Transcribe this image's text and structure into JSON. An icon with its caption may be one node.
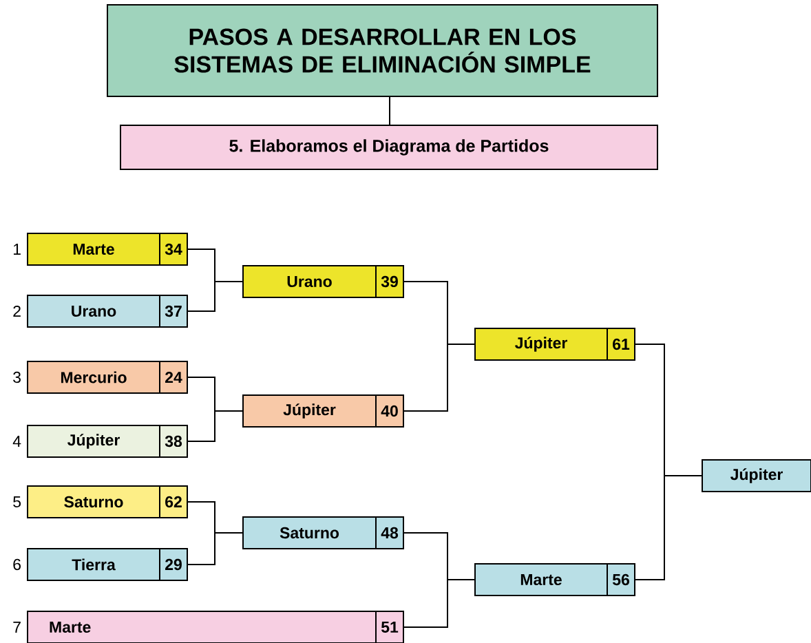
{
  "diagram": {
    "nodes": [
      {
        "text": [
          "PASOS A DESARROLLAR EN LOS SISTEMAS DE ELIMINACIÓN SIMPLE"
        ]
      },
      {
        "text": [
          "5. Elaboramos el Diagrama de Partidos"
        ]
      },
      {
        "text": [
          "Marte",
          "34"
        ],
        "beside": [
          "1"
        ]
      },
      {
        "text": [
          "Urano",
          "37"
        ],
        "beside": [
          "2"
        ]
      },
      {
        "text": [
          "Mercurio",
          "24"
        ],
        "beside": [
          "3"
        ]
      },
      {
        "text": [
          "Júpiter",
          "38"
        ],
        "beside": [
          "4"
        ]
      },
      {
        "text": [
          "Saturno",
          "62"
        ],
        "beside": [
          "5"
        ]
      },
      {
        "text": [
          "Tierra",
          "29"
        ],
        "beside": [
          "6"
        ]
      },
      {
        "text": [
          "Marte",
          "51"
        ],
        "beside": [
          "7"
        ]
      },
      {
        "text": [
          "Urano",
          "39"
        ]
      },
      {
        "text": [
          "Júpiter",
          "40"
        ]
      },
      {
        "text": [
          "Saturno",
          "48"
        ]
      },
      {
        "text": [
          "Júpiter",
          "61"
        ]
      },
      {
        "text": [
          "Marte",
          "56"
        ]
      },
      {
        "text": [
          "Júpiter"
        ]
      }
    ],
    "edges": [
      {
        "from": 0,
        "to": 1,
        "arrow": "none"
      },
      {
        "from": 2,
        "to": 9,
        "arrow": "none"
      },
      {
        "from": 3,
        "to": 9,
        "arrow": "none"
      },
      {
        "from": 4,
        "to": 10,
        "arrow": "none"
      },
      {
        "from": 5,
        "to": 10,
        "arrow": "none"
      },
      {
        "from": 6,
        "to": 11,
        "arrow": "none"
      },
      {
        "from": 7,
        "to": 11,
        "arrow": "none"
      },
      {
        "from": 9,
        "to": 12,
        "arrow": "none"
      },
      {
        "from": 10,
        "to": 12,
        "arrow": "none"
      },
      {
        "from": 11,
        "to": 13,
        "arrow": "none"
      },
      {
        "from": 8,
        "to": 13,
        "arrow": "none"
      },
      {
        "from": 12,
        "to": 14,
        "arrow": "none"
      },
      {
        "from": 13,
        "to": 14,
        "arrow": "none"
      }
    ]
  }
}
